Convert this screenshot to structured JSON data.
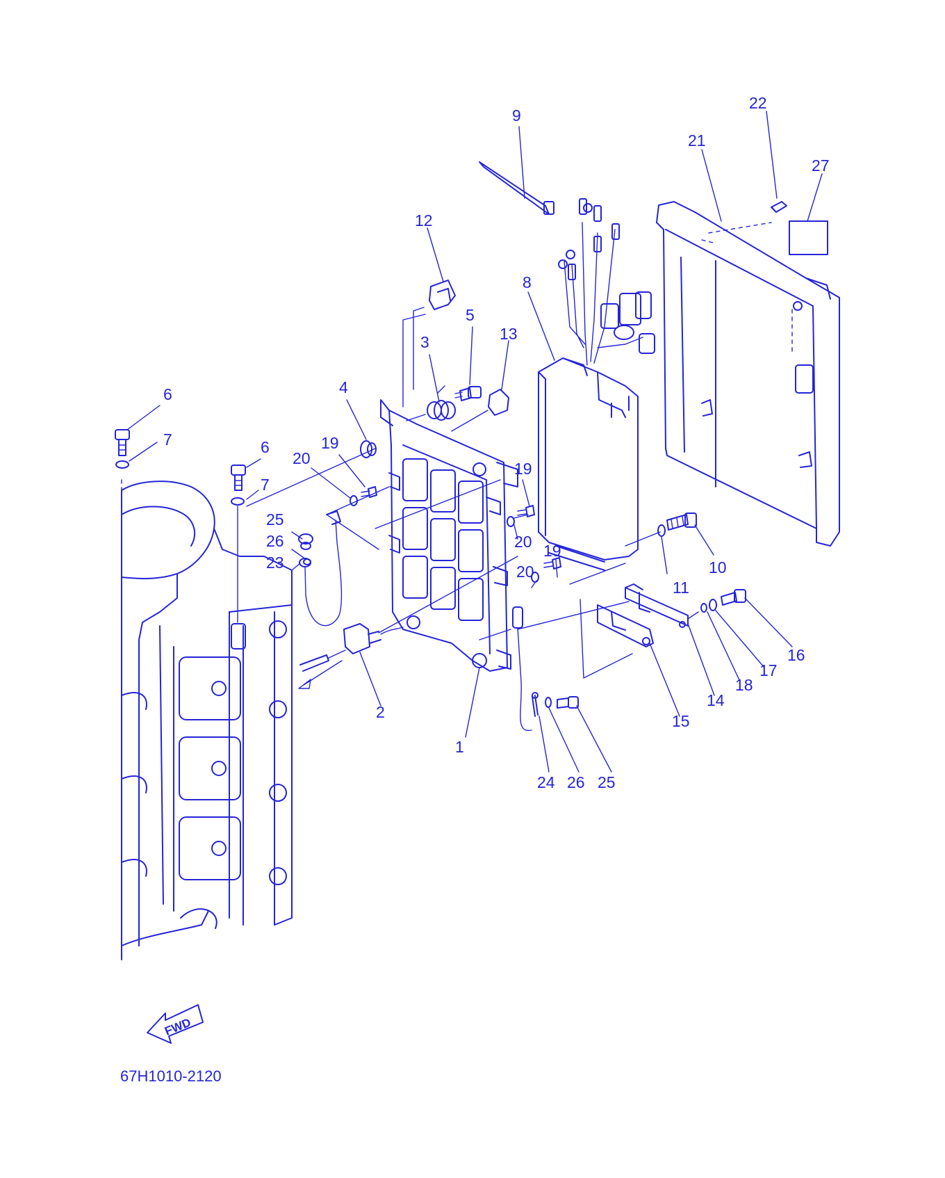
{
  "diagram": {
    "callouts": [
      "1",
      "2",
      "3",
      "4",
      "5",
      "6",
      "6",
      "7",
      "7",
      "8",
      "9",
      "10",
      "11",
      "12",
      "13",
      "14",
      "15",
      "16",
      "17",
      "18",
      "19",
      "19",
      "19",
      "20",
      "20",
      "20",
      "21",
      "22",
      "23",
      "24",
      "25",
      "25",
      "26",
      "26",
      "27"
    ],
    "fwd_label": "FWD",
    "part_code": "67H1010-2120",
    "line_color": "#2424d8"
  }
}
